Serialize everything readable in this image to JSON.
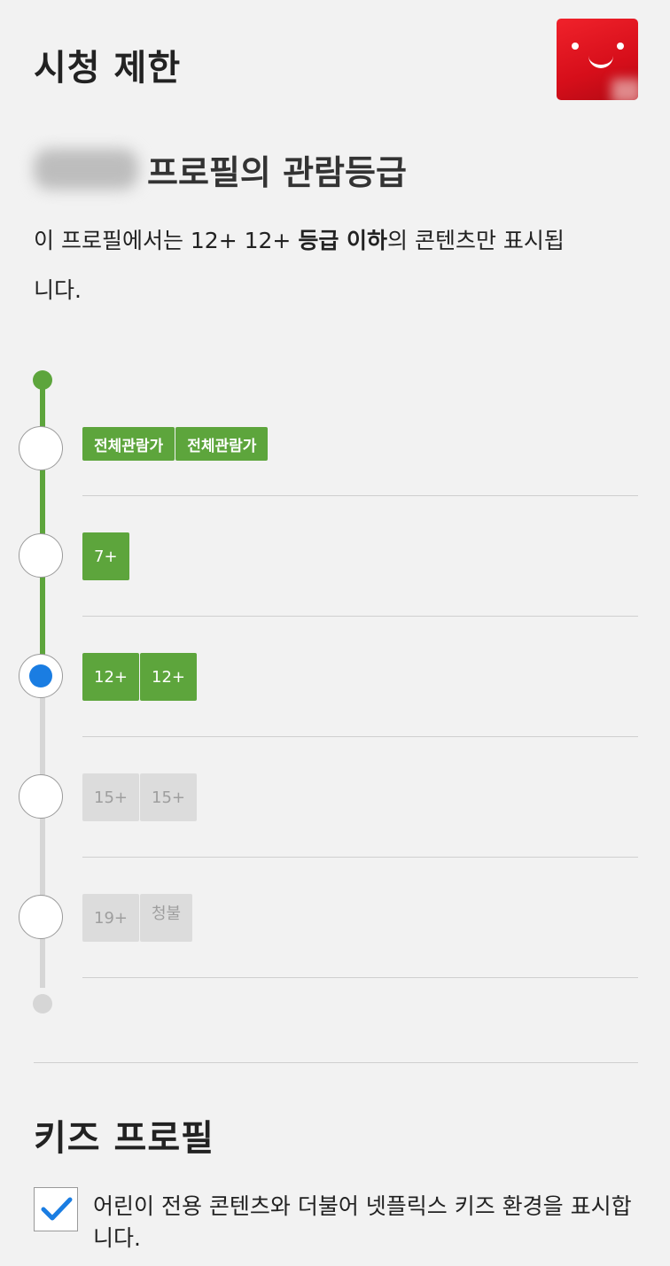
{
  "header": {
    "title": "시청 제한",
    "avatar_icon": "netflix-smiley-avatar"
  },
  "profile": {
    "heading_suffix": "프로필의 관람등급",
    "description_prefix": "이 프로필에서는 12+ 12+",
    "description_bold": "등급 이하",
    "description_suffix": "의 콘텐츠만 표시됩니다."
  },
  "ratings": [
    {
      "badges": [
        "전체관람가",
        "전체관람가"
      ],
      "enabled": true,
      "selected": false
    },
    {
      "badges": [
        "7+"
      ],
      "enabled": true,
      "selected": false
    },
    {
      "badges": [
        "12+",
        "12+"
      ],
      "enabled": true,
      "selected": true
    },
    {
      "badges": [
        "15+",
        "15+"
      ],
      "enabled": false,
      "selected": false
    },
    {
      "badges": [
        "19+",
        "청불"
      ],
      "enabled": false,
      "selected": false
    }
  ],
  "kids": {
    "title": "키즈 프로필",
    "checkbox_label": "어린이 전용 콘텐츠와 더불어 넷플릭스 키즈 환경을 표시합니다.",
    "checked": true
  },
  "colors": {
    "accent_green": "#5da53c",
    "selected_blue": "#1a7de2",
    "disabled_gray": "#dcdcdc"
  }
}
